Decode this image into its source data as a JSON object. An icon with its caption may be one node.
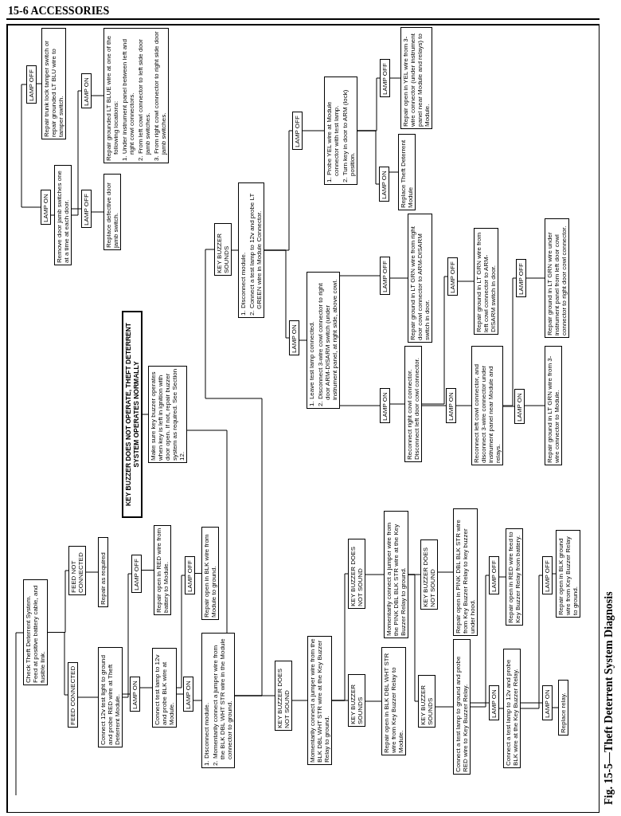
{
  "diagram": {
    "caption": "Fig. 15-5—Theft Deterrent System Diagnosis",
    "nodes": [
      {
        "text": [
          "Check Theft Deterrent System. Feed at positive battery cable, and fusible link."
        ]
      },
      {
        "text": [
          "FEED CONNECTED"
        ]
      },
      {
        "text": [
          "FEED NOT CONNECTED"
        ]
      },
      {
        "text": [
          "Connect 12v test light to ground and probe RED wire at Theft Deterrent Module."
        ]
      },
      {
        "text": [
          "Repair as required"
        ]
      },
      {
        "text": [
          "LAMP ON"
        ]
      },
      {
        "text": [
          "LAMP OFF"
        ]
      },
      {
        "text": [
          "Connect test lamp to 12v and probe BLK wire at Module."
        ]
      },
      {
        "text": [
          "Repair open in RED wire from battery to Module."
        ]
      },
      {
        "text": [
          "LAMP ON"
        ]
      },
      {
        "text": [
          "LAMP OFF"
        ]
      },
      {
        "text": [
          "Repair open in BLK wire from Module to ground."
        ]
      },
      {
        "text": [
          "1. Disconnect module.",
          "2. Momentarily connect a jumper wire from the BLK DBL WHT STR wire in the Module connector to ground."
        ]
      },
      {
        "text": [
          "KEY BUZZER DOES NOT SOUND"
        ]
      },
      {
        "text": [
          "Momentarily connect a jumper wire from the BLK DBL WHT STR wire at the Key Buzzer Relay to ground."
        ]
      },
      {
        "text": [
          "KEY BUZZER SOUNDS"
        ]
      },
      {
        "text": [
          "KEY BUZZER DOES NOT SOUND"
        ]
      },
      {
        "text": [
          "Repair open in BLK DBL WHT STR wire from Key Buzzer Relay to Module."
        ]
      },
      {
        "text": [
          "Momentarily connect a jumper wire from the PINK DBL BLK STR wire at the Key Buzzer Relay to ground."
        ]
      },
      {
        "text": [
          "KEY BUZZER SOUNDS"
        ]
      },
      {
        "text": [
          "KEY BUZZER DOES NOT SOUND"
        ]
      },
      {
        "text": [
          "Connect a test lamp to ground and probe RED wire to Key Buzzer Relay."
        ]
      },
      {
        "text": [
          "Repair open in PINK DBL BLK STR wire from Key Buzzer Relay to key buzzer under hood."
        ]
      },
      {
        "text": [
          "LAMP ON"
        ]
      },
      {
        "text": [
          "LAMP OFF"
        ]
      },
      {
        "text": [
          "Connect a test lamp to 12v and probe BLK wire at the Key Buzzer Relay."
        ]
      },
      {
        "text": [
          "Repair open in RED wire feed to Key Buzzer Relay from battery."
        ]
      },
      {
        "text": [
          "LAMP ON"
        ]
      },
      {
        "text": [
          "LAMP OFF"
        ]
      },
      {
        "text": [
          "Replace relay."
        ]
      },
      {
        "text": [
          "Repair open in BLK ground wire from Key Buzzer Relay to ground."
        ]
      },
      {
        "text": [
          "KEY BUZZER DOES NOT OPERATE, THEFT DETERRENT SYSTEM OPERATES NORMALLY"
        ]
      },
      {
        "text": [
          "Make sure key buzzer operates when key is left in ignition with door open. If not, repair buzzer system as required. See Section 12."
        ]
      },
      {
        "text": [
          "KEY BUZZER SOUNDS"
        ]
      },
      {
        "text": [
          "1. Disconnect module.",
          "2. Connect a test lamp to 12v and probe LT GREEN wire in Module Connector."
        ]
      },
      {
        "text": [
          "LAMP ON"
        ]
      },
      {
        "text": [
          "LAMP OFF"
        ]
      },
      {
        "text": [
          "1. Leave test lamp connected.",
          "2. Disconnect 3-wire cowl connector to right door ARM-DISARM switch (under instrument panel, at right side, above cowl."
        ]
      },
      {
        "text": [
          "1. Probe YEL wire at Module connector with test lamp.",
          "2. Turn key in door to ARM (lock) position."
        ]
      },
      {
        "text": [
          "LAMP ON"
        ]
      },
      {
        "text": [
          "LAMP OFF"
        ]
      },
      {
        "text": [
          "Reconnect right cowl connector. Disconnect left door cowl connector."
        ]
      },
      {
        "text": [
          "Repair ground in LT GRN wire from right door cowl connector to ARM-DISARM switch in door."
        ]
      },
      {
        "text": [
          "LAMP ON"
        ]
      },
      {
        "text": [
          "LAMP OFF"
        ]
      },
      {
        "text": [
          "Replace Theft Deterrent Module"
        ]
      },
      {
        "text": [
          "Repair open in YEL wire from 3-wire connector (under instrument panel near Module and relays) to Module."
        ]
      },
      {
        "text": [
          "LAMP ON"
        ]
      },
      {
        "text": [
          "LAMP OFF"
        ]
      },
      {
        "text": [
          "Reconnect left cowl connector, and disconnect 3-wire connector under instrument panel near Module and relays."
        ]
      },
      {
        "text": [
          "Repair ground in LT GRN wire from left cowl connector to ARM-DISARM switch in door."
        ]
      },
      {
        "text": [
          "LAMP ON"
        ]
      },
      {
        "text": [
          "LAMP OFF"
        ]
      },
      {
        "text": [
          "Repair ground in LT GRN wire from 3-wire connector to Module."
        ]
      },
      {
        "text": [
          "Repair ground in LT GRN wire under instrument panel from left door cowl connector to right door cowl connector."
        ]
      },
      {
        "text": [
          "LAMP ON"
        ]
      },
      {
        "text": [
          "LAMP OFF"
        ]
      },
      {
        "text": [
          "Remove door jamb switches one at a time at each door."
        ]
      },
      {
        "text": [
          "Repair trunk lock tamper switch or repair grounded LT BLU wire to tamper switch."
        ]
      },
      {
        "text": [
          "LAMP OFF"
        ]
      },
      {
        "text": [
          "LAMP ON"
        ]
      },
      {
        "text": [
          "Replace defective door jamb switch."
        ]
      },
      {
        "text": [
          "Repair grounded LT BLUE wire at one of the following locations:",
          "1. Under instrument panel between left and right cowl connectors.",
          "2. From left cowl connector to left side door jamb switches.",
          "3. From right cowl connector to right side door jamb switches."
        ]
      }
    ],
    "edges": [
      {
        "from": null,
        "to": 0,
        "arrow": "none"
      },
      {
        "from": 0,
        "to": 1,
        "arrow": "none"
      },
      {
        "from": 0,
        "to": 2,
        "arrow": "none"
      },
      {
        "from": 1,
        "to": 3,
        "arrow": "none"
      },
      {
        "from": 2,
        "to": 4,
        "arrow": "none"
      },
      {
        "from": 3,
        "to": 5,
        "arrow": "none"
      },
      {
        "from": 3,
        "to": 6,
        "arrow": "none"
      },
      {
        "from": 5,
        "to": 7,
        "arrow": "none"
      },
      {
        "from": 6,
        "to": 8,
        "arrow": "none"
      },
      {
        "from": 7,
        "to": 9,
        "arrow": "none"
      },
      {
        "from": 7,
        "to": 10,
        "arrow": "none"
      },
      {
        "from": 10,
        "to": 11,
        "arrow": "none"
      },
      {
        "from": 9,
        "to": 12,
        "arrow": "none"
      },
      {
        "from": 12,
        "to": 13,
        "arrow": "none"
      },
      {
        "from": 13,
        "to": 14,
        "arrow": "none"
      },
      {
        "from": 14,
        "to": 15,
        "arrow": "none"
      },
      {
        "from": 14,
        "to": 16,
        "arrow": "none"
      },
      {
        "from": 15,
        "to": 17,
        "arrow": "none"
      },
      {
        "from": 16,
        "to": 18,
        "arrow": "none"
      },
      {
        "from": 18,
        "to": 19,
        "arrow": "none"
      },
      {
        "from": 18,
        "to": 20,
        "arrow": "none"
      },
      {
        "from": 19,
        "to": 21,
        "arrow": "none"
      },
      {
        "from": 20,
        "to": 22,
        "arrow": "none"
      },
      {
        "from": 21,
        "to": 23,
        "arrow": "none"
      },
      {
        "from": 21,
        "to": 24,
        "arrow": "none"
      },
      {
        "from": 23,
        "to": 25,
        "arrow": "none"
      },
      {
        "from": 24,
        "to": 26,
        "arrow": "none"
      },
      {
        "from": 25,
        "to": 27,
        "arrow": "none"
      },
      {
        "from": 25,
        "to": 28,
        "arrow": "none"
      },
      {
        "from": 27,
        "to": 29,
        "arrow": "none"
      },
      {
        "from": 28,
        "to": 30,
        "arrow": "none"
      },
      {
        "from": 31,
        "to": 32,
        "arrow": "none"
      },
      {
        "from": 32,
        "to": 12,
        "arrow": "none"
      },
      {
        "from": 12,
        "to": 33,
        "arrow": "none"
      },
      {
        "from": 33,
        "to": 34,
        "arrow": "none"
      },
      {
        "from": 34,
        "to": 35,
        "arrow": "none"
      },
      {
        "from": 34,
        "to": 36,
        "arrow": "none"
      },
      {
        "from": 35,
        "to": 37,
        "arrow": "none"
      },
      {
        "from": 36,
        "to": 38,
        "arrow": "none"
      },
      {
        "from": 37,
        "to": 39,
        "arrow": "none"
      },
      {
        "from": 37,
        "to": 40,
        "arrow": "none"
      },
      {
        "from": 39,
        "to": 41,
        "arrow": "none"
      },
      {
        "from": 40,
        "to": 42,
        "arrow": "none"
      },
      {
        "from": 38,
        "to": 43,
        "arrow": "none"
      },
      {
        "from": 38,
        "to": 44,
        "arrow": "none"
      },
      {
        "from": 43,
        "to": 45,
        "arrow": "none"
      },
      {
        "from": 44,
        "to": 46,
        "arrow": "none"
      },
      {
        "from": 41,
        "to": 47,
        "arrow": "none"
      },
      {
        "from": 41,
        "to": 48,
        "arrow": "none"
      },
      {
        "from": 47,
        "to": 49,
        "arrow": "none"
      },
      {
        "from": 48,
        "to": 50,
        "arrow": "none"
      },
      {
        "from": 49,
        "to": 51,
        "arrow": "none"
      },
      {
        "from": 49,
        "to": 52,
        "arrow": "none"
      },
      {
        "from": 51,
        "to": 53,
        "arrow": "none"
      },
      {
        "from": 52,
        "to": 54,
        "arrow": "none"
      },
      {
        "from": null,
        "to": 55,
        "arrow": "none"
      },
      {
        "from": null,
        "to": 56,
        "arrow": "none"
      },
      {
        "from": 55,
        "to": 57,
        "arrow": "none"
      },
      {
        "from": 56,
        "to": 58,
        "arrow": "none"
      },
      {
        "from": 57,
        "to": 59,
        "arrow": "none"
      },
      {
        "from": 57,
        "to": 60,
        "arrow": "none"
      },
      {
        "from": 59,
        "to": 61,
        "arrow": "none"
      },
      {
        "from": 60,
        "to": 62,
        "arrow": "none"
      }
    ],
    "labels": [
      "15-6 ACCESSORIES"
    ]
  }
}
